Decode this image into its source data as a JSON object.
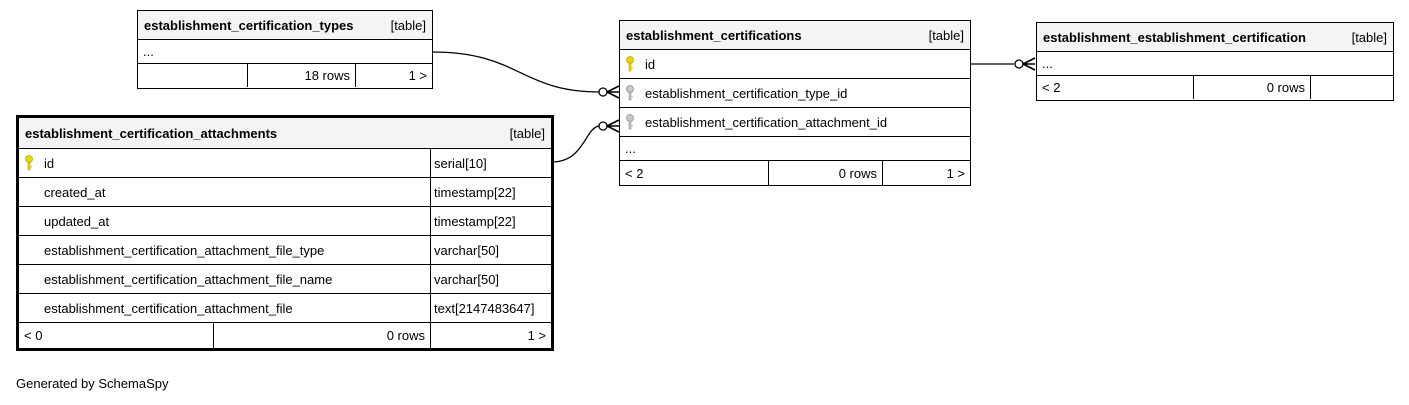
{
  "tables": {
    "types": {
      "name": "establishment_certification_types",
      "kind": "[table]",
      "ellipsis": "...",
      "footer": [
        "",
        "18 rows",
        "1 >"
      ]
    },
    "certs": {
      "name": "establishment_certifications",
      "kind": "[table]",
      "columns": [
        {
          "name": "id",
          "key": "primary"
        },
        {
          "name": "establishment_certification_type_id",
          "key": "foreign"
        },
        {
          "name": "establishment_certification_attachment_id",
          "key": "foreign"
        }
      ],
      "ellipsis": "...",
      "footer": [
        "< 2",
        "0 rows",
        "1 >"
      ]
    },
    "estcert": {
      "name": "establishment_establishment_certification",
      "kind": "[table]",
      "ellipsis": "...",
      "footer": [
        "< 2",
        "0 rows",
        ""
      ]
    },
    "attach": {
      "name": "establishment_certification_attachments",
      "kind": "[table]",
      "columns": [
        {
          "name": "id",
          "type": "serial[10]",
          "key": "primary"
        },
        {
          "name": "created_at",
          "type": "timestamp[22]",
          "key": "none"
        },
        {
          "name": "updated_at",
          "type": "timestamp[22]",
          "key": "none"
        },
        {
          "name": "establishment_certification_attachment_file_type",
          "type": "varchar[50]",
          "key": "none"
        },
        {
          "name": "establishment_certification_attachment_file_name",
          "type": "varchar[50]",
          "key": "none"
        },
        {
          "name": "establishment_certification_attachment_file",
          "type": "text[2147483647]",
          "key": "none"
        }
      ],
      "footer": [
        "< 0",
        "0 rows",
        "1 >"
      ]
    }
  },
  "colors": {
    "primary_key": "#e8d800",
    "foreign_key": "#a8a8a8",
    "header_bg": "#f4f4f4"
  },
  "footer_text": "Generated by SchemaSpy"
}
